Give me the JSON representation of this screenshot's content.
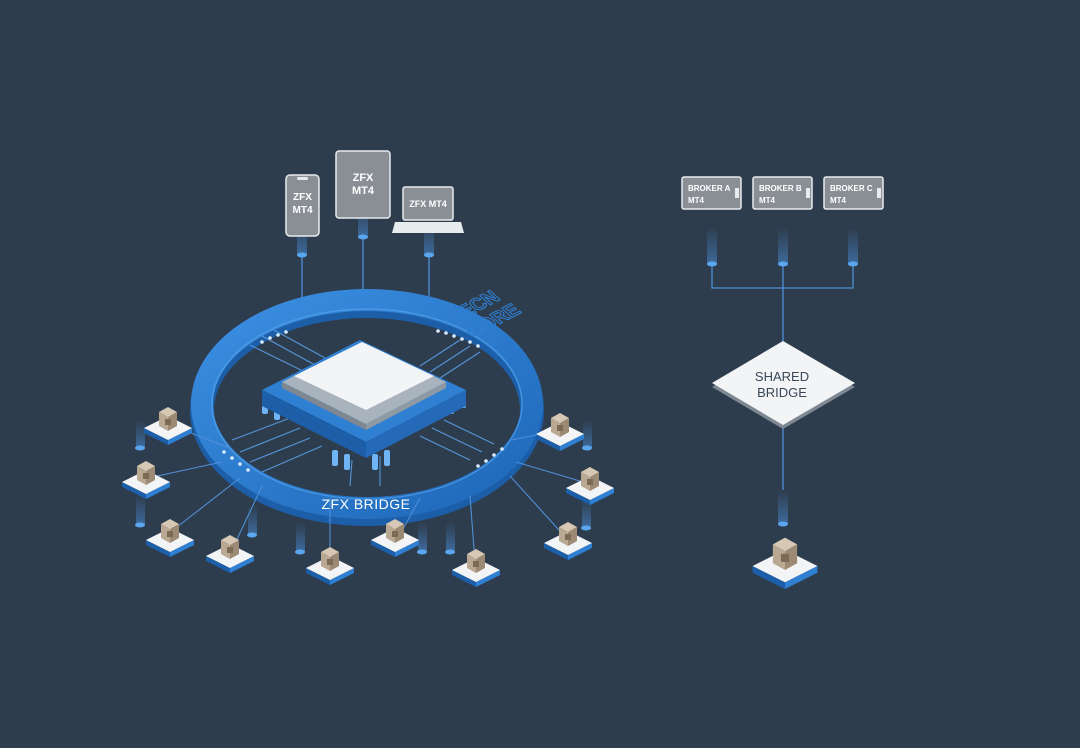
{
  "colors": {
    "background": "#2e3d4e",
    "blue": "#2f7fd3",
    "blue_light": "#5aa7f0",
    "blue_dark": "#1c5ea8",
    "device_gray": "#8a8f95",
    "panel_white": "#f2f4f6",
    "stand_tan": "#b9a892"
  },
  "left": {
    "devices": [
      {
        "line1": "ZFX",
        "line2": "MT4",
        "device": "phone-icon"
      },
      {
        "line1": "ZFX",
        "line2": "MT4",
        "device": "tablet-icon"
      },
      {
        "line1": "ZFX MT4",
        "device": "laptop-icon"
      }
    ],
    "core_line1": "ECN",
    "core_line2": "CORE",
    "ring_label": "ZFX BRIDGE",
    "server_icon": "server-icon",
    "trader_icon": "trader-node-icon"
  },
  "right": {
    "brokers": [
      {
        "line1": "BROKER A",
        "line2": "MT4"
      },
      {
        "line1": "BROKER B",
        "line2": "MT4"
      },
      {
        "line1": "BROKER C",
        "line2": "MT4"
      }
    ],
    "bridge_line1": "SHARED",
    "bridge_line2": "BRIDGE"
  }
}
